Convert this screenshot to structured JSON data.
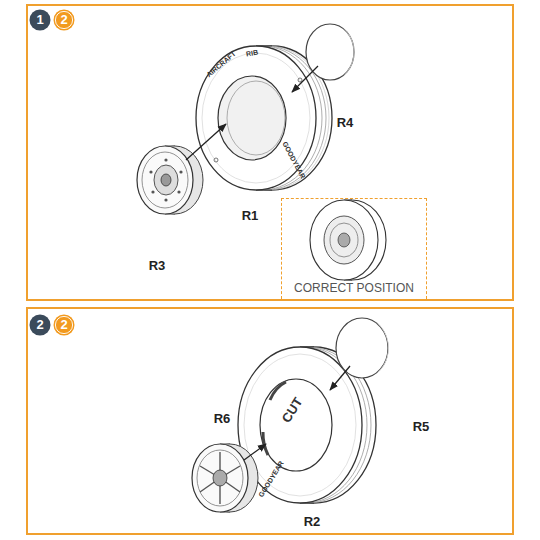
{
  "diagram": {
    "nodes": [
      {
        "text": [
          "1"
        ]
      },
      {
        "text": [
          "2"
        ]
      },
      {
        "text": [
          "CORRECT POSITION"
        ]
      },
      {
        "text": [
          "2"
        ]
      },
      {
        "text": [
          "2"
        ]
      }
    ],
    "labels": [
      "AIRCRAFT",
      "RIB",
      "GOODYEAR",
      "R4",
      "R1",
      "R3",
      "CUT",
      "GOODYEAR",
      "R5",
      "R6",
      "R2"
    ]
  }
}
